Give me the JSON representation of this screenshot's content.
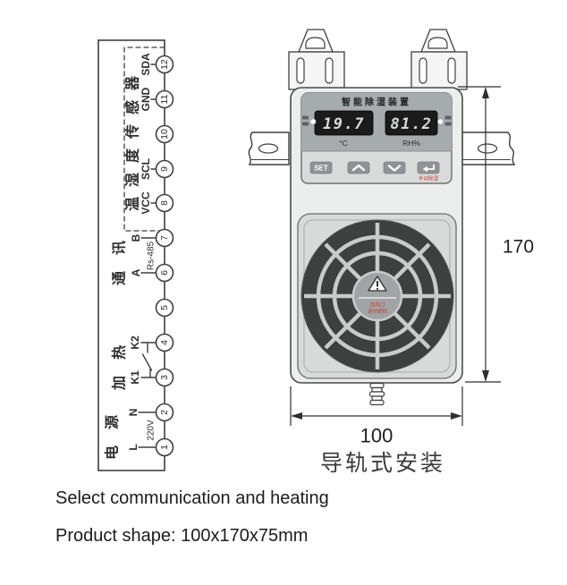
{
  "diagram": {
    "sensor_group": "温湿度传感器",
    "terminals": [
      {
        "n": "12",
        "pin": "SDA"
      },
      {
        "n": "11",
        "pin": "GND"
      },
      {
        "n": "10",
        "pin": ""
      },
      {
        "n": "9",
        "pin": "SCL"
      },
      {
        "n": "8",
        "pin": "VCC"
      },
      {
        "n": "7",
        "pin": "B"
      },
      {
        "n": "6",
        "pin": "A"
      },
      {
        "n": "5",
        "pin": ""
      },
      {
        "n": "4",
        "pin": "K2"
      },
      {
        "n": "3",
        "pin": "K1"
      },
      {
        "n": "2",
        "pin": "N"
      },
      {
        "n": "1",
        "pin": "L"
      }
    ],
    "comm_group": "通讯",
    "comm_bus": "Rs-485",
    "heat_group": "加热",
    "power_group": "电源",
    "power_voltage": "220V"
  },
  "device": {
    "title": "智能除湿装置",
    "temp": {
      "value": "19.7",
      "unit": "°C"
    },
    "humidity": {
      "value": "81.2",
      "unit": "RH%"
    },
    "buttons": {
      "set": "SET",
      "up_icon": "chevron-up",
      "down_icon": "chevron-down",
      "enter_icon": "return-arrow",
      "enter_caption": "手动除湿"
    },
    "fan_label": {
      "line1": "出风口",
      "line2": "请勿遮挡"
    }
  },
  "dimensions": {
    "height": "170",
    "width": "100",
    "caption": "导轨式安装"
  },
  "footer": {
    "line1": "Select communication and heating",
    "line2": "Product shape: 100x170x75mm"
  },
  "colors": {
    "line": "#3f3f3f",
    "display_bg": "#1b1b1b",
    "digit": "#d8dadb",
    "accent_red": "#c23b2f",
    "panel_gray": "#a6abad"
  }
}
